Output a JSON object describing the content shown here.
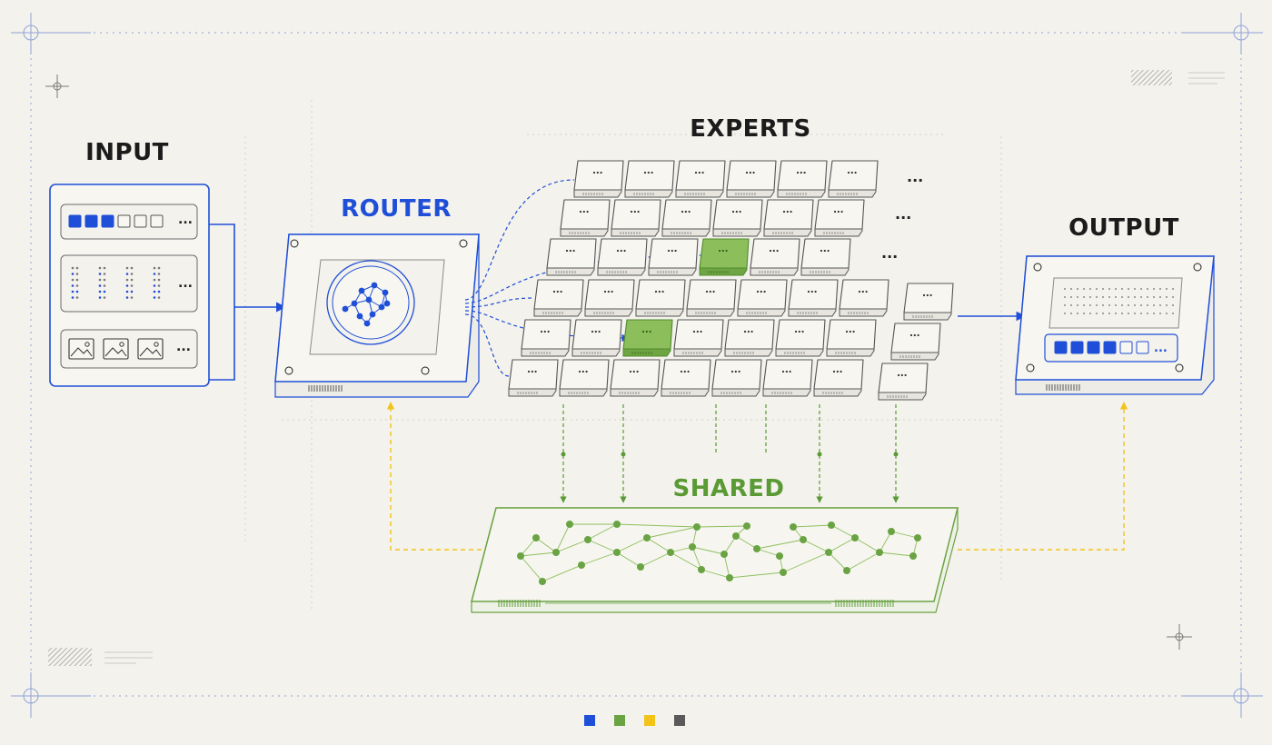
{
  "labels": {
    "input": "INPUT",
    "router": "ROUTER",
    "experts": "EXPERTS",
    "shared": "SHARED",
    "output": "OUTPUT",
    "ellipsis": "..."
  },
  "colors": {
    "background": "#f4f2ec",
    "blue": "#1f4fd8",
    "green": "#6aa343",
    "green_fill": "#8cbf5c",
    "yellow": "#f2c318",
    "gray": "#5a5a5a",
    "line": "#6b6b6b"
  },
  "input_panel": {
    "tokens_filled": 3,
    "tokens_empty": 3,
    "rows": [
      "token-strip-icon",
      "dot-grid-icon",
      "image-icon"
    ]
  },
  "experts_grid": {
    "rows": [
      6,
      6,
      6,
      7,
      7,
      7
    ],
    "extra_column": [
      false,
      false,
      false,
      true,
      true,
      true
    ],
    "ellipsis_rows": [
      0,
      1,
      2
    ],
    "active": [
      [
        2,
        3
      ],
      [
        4,
        2
      ]
    ]
  },
  "output_panel": {
    "tokens_filled": 4,
    "tokens_empty": 2
  },
  "legend": {
    "swatches": [
      "#1f4fd8",
      "#6aa343",
      "#f2c318",
      "#5a5a5a"
    ]
  }
}
